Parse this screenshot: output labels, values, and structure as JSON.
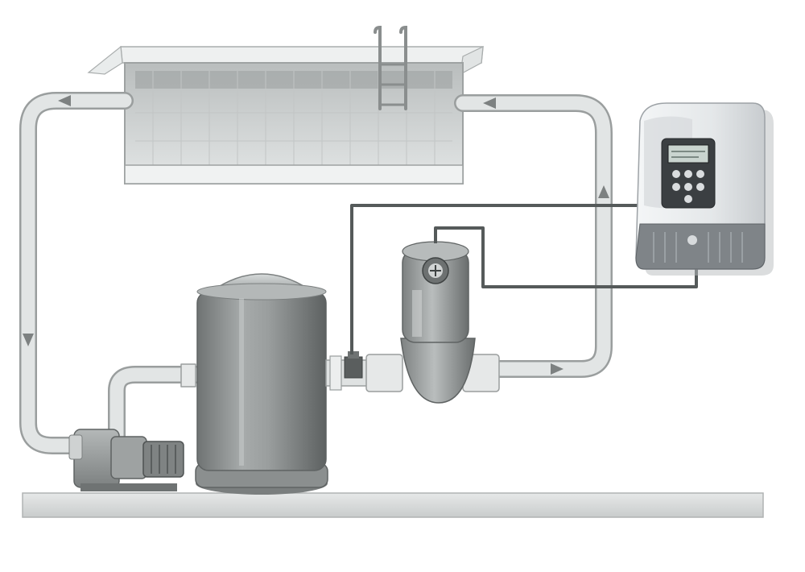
{
  "diagram": {
    "components": [
      {
        "id": "pool",
        "icon": "swimming-pool-icon"
      },
      {
        "id": "ladder",
        "icon": "pool-ladder-icon"
      },
      {
        "id": "pump",
        "icon": "water-pump-icon"
      },
      {
        "id": "sand-filter",
        "icon": "sand-filter-tank-icon"
      },
      {
        "id": "electrolysis-cell",
        "icon": "salt-cell-icon"
      },
      {
        "id": "control-unit",
        "icon": "control-panel-icon"
      },
      {
        "id": "flow-sensor",
        "icon": "flow-sensor-icon"
      }
    ],
    "flow": [
      "pool",
      "pump",
      "sand-filter",
      "electrolysis-cell",
      "pool"
    ],
    "colors": {
      "pipe": "#d9dcdc",
      "pipe_edge": "#9a9e9e",
      "equipment": "#8e9292",
      "equipment_dark": "#5f6363",
      "cable": "#555a5a",
      "control_body": "#e7eaec",
      "lcd": "#c9d4cf",
      "floor": "#dcdede"
    }
  }
}
